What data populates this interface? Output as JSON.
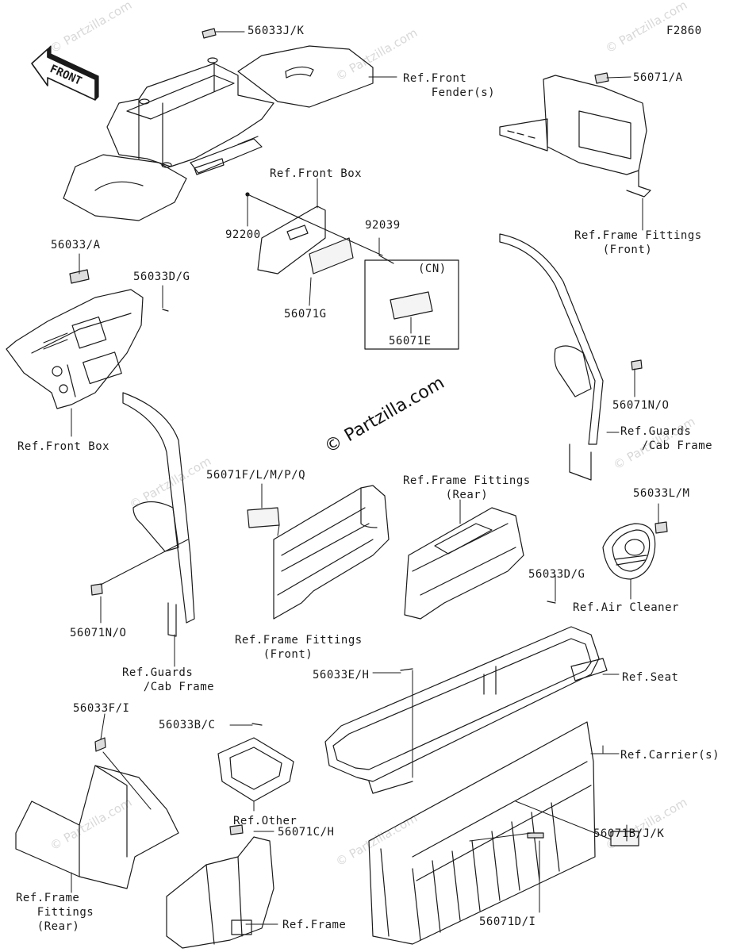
{
  "diagram": {
    "code": "F2860",
    "front_arrow": "FRONT",
    "group_box": "(CN)",
    "watermark": "© Partzilla.com",
    "watermark_small": "© Partzilla.com"
  },
  "labels": {
    "p56033jk": "56033J/K",
    "front_fender": "Ref.Front\n    Fender(s)",
    "p56071a": "56071/A",
    "ff_front_top": "Ref.Frame Fittings\n    (Front)",
    "front_box_top": "Ref.Front Box",
    "p92200": "92200",
    "p92039": "92039",
    "p56071g": "56071G",
    "p56071e": "56071E",
    "p56033a": "56033/A",
    "p56033dg_top": "56033D/G",
    "front_box_left": "Ref.Front Box",
    "p56071no_right": "56071N/O",
    "guards_right": "Ref.Guards\n   /Cab Frame",
    "p56071flmpq": "56071F/L/M/P/Q",
    "ff_rear_mid": "Ref.Frame Fittings\n      (Rear)",
    "p56033lm": "56033L/M",
    "p56033dg_mid": "56033D/G",
    "air_cleaner": "Ref.Air Cleaner",
    "p56071no_left": "56071N/O",
    "ff_front_mid": "Ref.Frame Fittings\n    (Front)",
    "guards_left": "Ref.Guards\n   /Cab Frame",
    "p56033eh": "56033E/H",
    "seat": "Ref.Seat",
    "p56033fi": "56033F/I",
    "p56033bc": "56033B/C",
    "carriers": "Ref.Carrier(s)",
    "other": "Ref.Other",
    "p56071bjk": "56071B/J/K",
    "p56071ch": "56071C/H",
    "ff_rear_bottom": "Ref.Frame\n   Fittings\n   (Rear)",
    "frame": "Ref.Frame",
    "p56071di": "56071D/I"
  }
}
